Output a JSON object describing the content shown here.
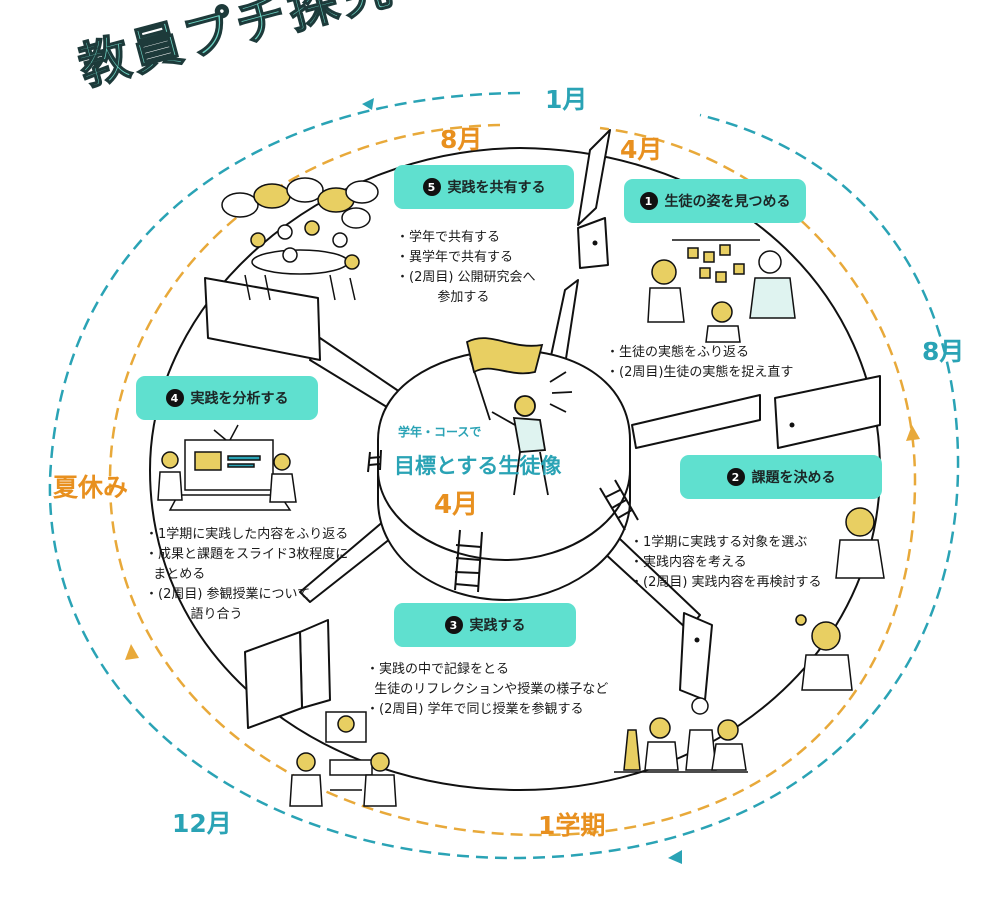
{
  "title": "教員プチ探究の流れ",
  "colors": {
    "teal": "#2aa3b5",
    "orange": "#e8901f",
    "step_bg": "#5fe0cf",
    "title_fill": "#6fd6c6",
    "yellow": "#e8cf62"
  },
  "months": {
    "outer_top": "1月",
    "outer_right": "8月",
    "outer_bottom_left": "12月",
    "inner_top_left": "8月",
    "inner_top_right": "4月",
    "inner_left": "夏休み",
    "inner_bottom": "1学期"
  },
  "center": {
    "subtitle": "学年・コースで",
    "main": "目標とする生徒像",
    "month": "4月"
  },
  "steps": [
    {
      "num": "1",
      "label": "生徒の姿を見つめる",
      "bullets": [
        "・生徒の実態をふり返る",
        "・(2周目)生徒の実態を捉え直す"
      ]
    },
    {
      "num": "2",
      "label": "課題を決める",
      "bullets": [
        "・1学期に実践する対象を選ぶ",
        "・実践内容を考える",
        "・(2周目) 実践内容を再検討する"
      ]
    },
    {
      "num": "3",
      "label": "実践する",
      "bullets": [
        "・実践の中で記録をとる",
        "  生徒のリフレクションや授業の様子など",
        "・(2周目) 学年で同じ授業を参観する"
      ]
    },
    {
      "num": "4",
      "label": "実践を分析する",
      "bullets": [
        "・1学期に実践した内容をふり返る",
        "・成果と課題をスライド3枚程度に",
        "  まとめる",
        "・(2周目) 参観授業について",
        "           語り合う"
      ]
    },
    {
      "num": "5",
      "label": "実践を共有する",
      "bullets": [
        "・学年で共有する",
        "・異学年で共有する",
        "・(2周目) 公開研究会へ",
        "          参加する"
      ]
    }
  ]
}
